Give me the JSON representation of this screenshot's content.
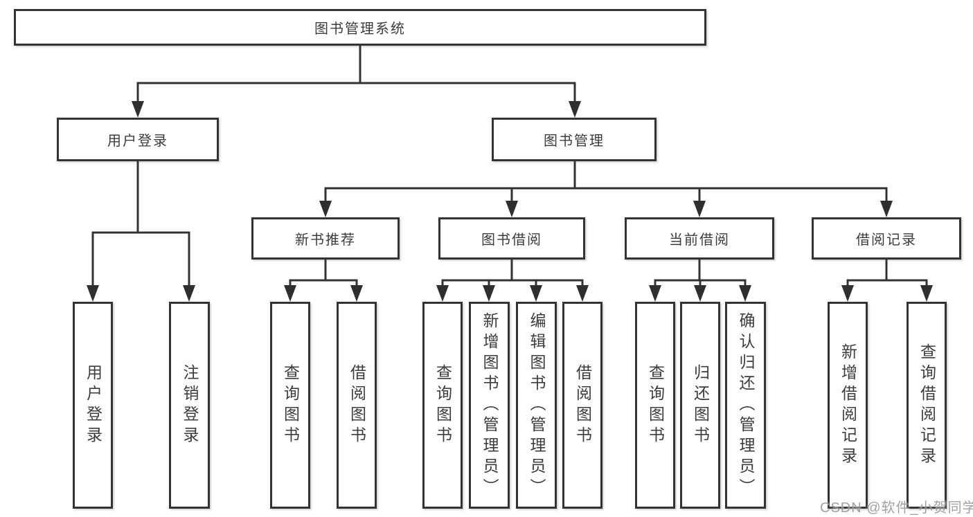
{
  "watermark": "CSDN @软件_小贺同学",
  "colors": {
    "line": "#333333",
    "text": "#3c3c3c",
    "box_background": "#ffffff",
    "watermark": "#8c9094"
  },
  "tree": {
    "label": "图书管理系统",
    "children": [
      {
        "label": "用户登录",
        "children": [
          {
            "label": "用户登录"
          },
          {
            "label": "注销登录"
          }
        ]
      },
      {
        "label": "图书管理",
        "children": [
          {
            "label": "新书推荐",
            "children": [
              {
                "label": "查询图书"
              },
              {
                "label": "借阅图书"
              }
            ]
          },
          {
            "label": "图书借阅",
            "children": [
              {
                "label": "查询图书"
              },
              {
                "label": "新增图书（管理员）"
              },
              {
                "label": "编辑图书（管理员）"
              },
              {
                "label": "借阅图书"
              }
            ]
          },
          {
            "label": "当前借阅",
            "children": [
              {
                "label": "查询图书"
              },
              {
                "label": "归还图书"
              },
              {
                "label": "确认归还（管理员）"
              }
            ]
          },
          {
            "label": "借阅记录",
            "children": [
              {
                "label": "新增借阅记录"
              },
              {
                "label": "查询借阅记录"
              }
            ]
          }
        ]
      }
    ]
  }
}
